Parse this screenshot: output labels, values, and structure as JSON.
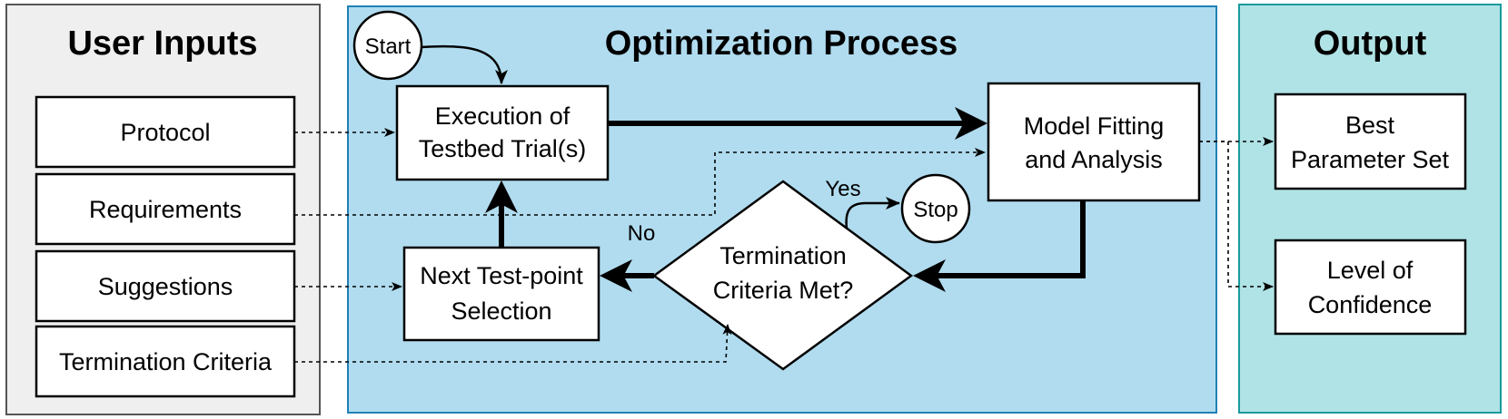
{
  "panels": {
    "inputs": {
      "title": "User Inputs"
    },
    "process": {
      "title": "Optimization Process"
    },
    "output": {
      "title": "Output"
    }
  },
  "inputs": {
    "protocol": "Protocol",
    "requirements": "Requirements",
    "suggestions": "Suggestions",
    "termination": "Termination Criteria"
  },
  "process": {
    "start": "Start",
    "stop": "Stop",
    "execution": [
      "Execution of",
      "Testbed Trial(s)"
    ],
    "model": [
      "Model Fitting",
      "and Analysis"
    ],
    "next": [
      "Next Test-point",
      "Selection"
    ],
    "decision": [
      "Termination",
      "Criteria Met?"
    ],
    "yes_label": "Yes",
    "no_label": "No"
  },
  "outputs": {
    "best": [
      "Best",
      "Parameter Set"
    ],
    "confidence": [
      "Level of",
      "Confidence"
    ]
  },
  "colors": {
    "inputs_bg": "#efefef",
    "inputs_border": "#555555",
    "process_bg": "#b1dcef",
    "process_border": "#1f80b6",
    "output_bg": "#b0e3e6",
    "output_border": "#1a9a9e"
  }
}
